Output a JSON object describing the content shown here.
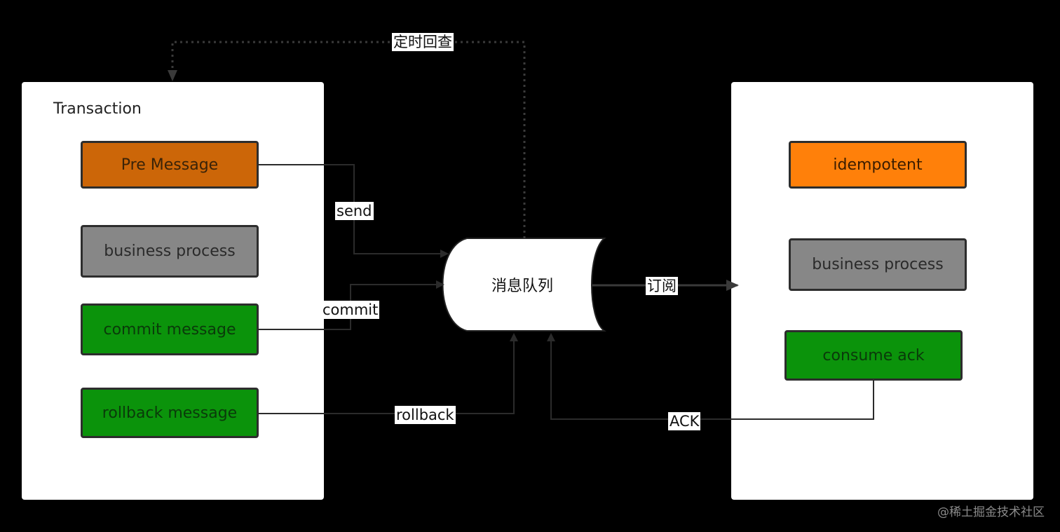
{
  "left_panel": {
    "title": "Transaction",
    "boxes": [
      {
        "label": "Pre Message",
        "color": "#cc6608",
        "text_color": "#3a2308"
      },
      {
        "label": "business process",
        "color": "#878787",
        "text_color": "#2a2a2a"
      },
      {
        "label": "commit message",
        "color": "#0b930b",
        "text_color": "#0a3a0a"
      },
      {
        "label": "rollback message",
        "color": "#0b930b",
        "text_color": "#0a3a0a"
      }
    ]
  },
  "right_panel": {
    "boxes": [
      {
        "label": "idempotent",
        "color": "#ff800a",
        "text_color": "#3a1c00"
      },
      {
        "label": "business process",
        "color": "#878787",
        "text_color": "#2a2a2a"
      },
      {
        "label": "consume ack",
        "color": "#0b930b",
        "text_color": "#0a3a0a"
      }
    ]
  },
  "queue": {
    "label": "消息队列"
  },
  "edges": {
    "send": "send",
    "commit": "commit",
    "rollback": "rollback",
    "subscribe": "订阅",
    "ack": "ACK",
    "scheduled_check": "定时回查"
  },
  "watermark": "@稀土掘金技术社区"
}
